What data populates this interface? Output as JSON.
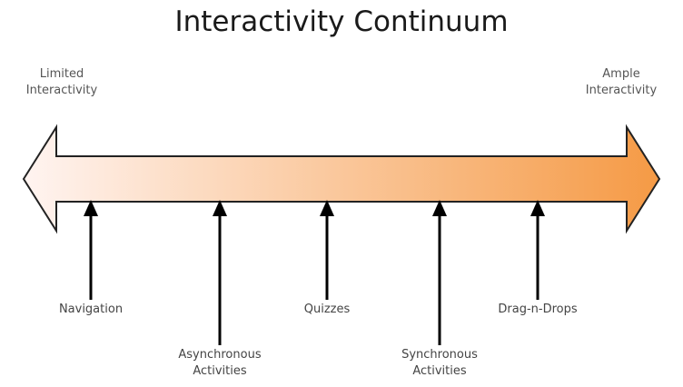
{
  "title": "Interactivity Continuum",
  "left_end": {
    "line1": "Limited",
    "line2": "Interactivity"
  },
  "right_end": {
    "line1": "Ample",
    "line2": "Interactivity"
  },
  "gradient": {
    "start_color": "#fff4f1",
    "end_color": "#f59a45",
    "outline_color": "#222222"
  },
  "markers": [
    {
      "id": "navigation",
      "line1": "Navigation",
      "line2": ""
    },
    {
      "id": "asynchronous-activities",
      "line1": "Asynchronous",
      "line2": "Activities"
    },
    {
      "id": "quizzes",
      "line1": "Quizzes",
      "line2": ""
    },
    {
      "id": "synchronous-activities",
      "line1": "Synchronous",
      "line2": "Activities"
    },
    {
      "id": "drag-n-drops",
      "line1": "Drag-n-Drops",
      "line2": ""
    }
  ]
}
